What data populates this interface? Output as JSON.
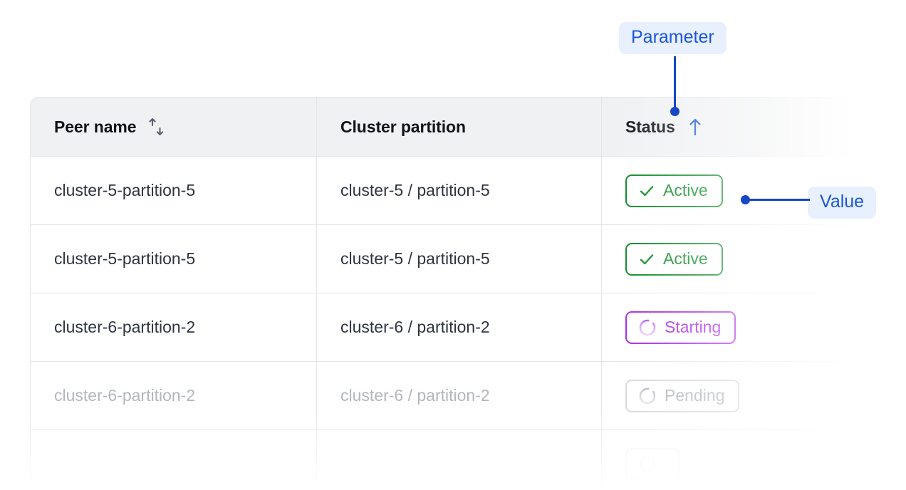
{
  "table": {
    "columns": [
      {
        "key": "peer",
        "label": "Peer name",
        "sort_icon": "sort-updown-icon",
        "sorted": false
      },
      {
        "key": "cluster",
        "label": "Cluster partition",
        "sort_icon": null,
        "sorted": false
      },
      {
        "key": "status",
        "label": "Status",
        "sort_icon": "arrow-up-icon",
        "sorted": true,
        "sort_direction": "ascending"
      }
    ],
    "rows": [
      {
        "peer": "cluster-5-partition-5",
        "cluster": "cluster-5 / partition-5",
        "status": {
          "label": "Active",
          "state": "active",
          "icon": "check-icon"
        },
        "dimmed": "none"
      },
      {
        "peer": "cluster-5-partition-5",
        "cluster": "cluster-5 / partition-5",
        "status": {
          "label": "Active",
          "state": "active",
          "icon": "check-icon"
        },
        "dimmed": "none"
      },
      {
        "peer": "cluster-6-partition-2",
        "cluster": "cluster-6 / partition-2",
        "status": {
          "label": "Starting",
          "state": "starting",
          "icon": "spinner-ring-icon"
        },
        "dimmed": "none"
      },
      {
        "peer": "cluster-6-partition-2",
        "cluster": "cluster-6 / partition-2",
        "status": {
          "label": "Pending",
          "state": "pending",
          "icon": "spinner-ring-icon"
        },
        "dimmed": "faded"
      },
      {
        "peer": "",
        "cluster": "",
        "status": {
          "label": "",
          "state": "ghost",
          "icon": "spinner-ring-icon"
        },
        "dimmed": "ghost"
      }
    ]
  },
  "annotations": {
    "parameter": {
      "label": "Parameter",
      "target": "status-column-header"
    },
    "value": {
      "label": "Value",
      "target": "status-badge-row-1"
    }
  },
  "colors": {
    "annotation_text": "#1a56db",
    "annotation_badge_bg": "#e8f0fe",
    "annotation_line": "#1448c4",
    "status_active": "#0a8a22",
    "status_starting": "#a824f0",
    "status_pending": "#b3b7bd",
    "header_bg": "#f0f1f3",
    "border": "#e3e5e8",
    "cell_text": "#2f3440",
    "header_text": "#111318"
  }
}
